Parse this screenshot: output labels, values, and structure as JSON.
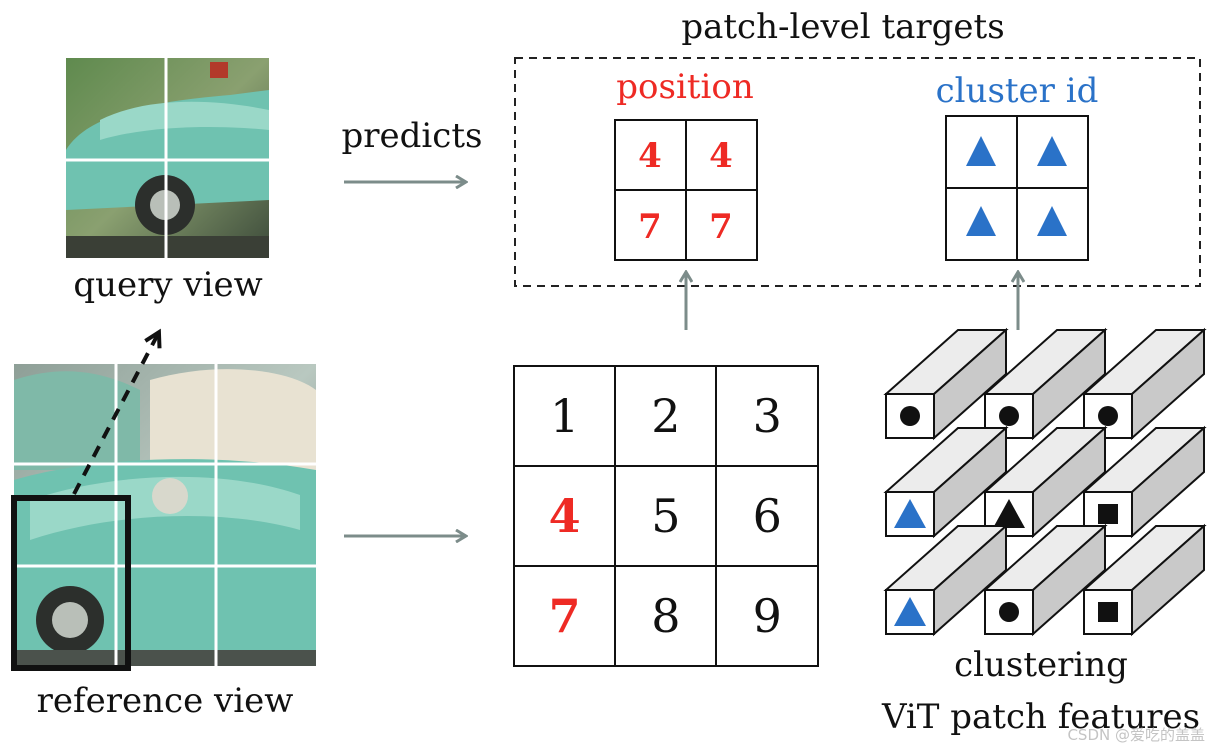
{
  "labels": {
    "patch_level_targets": "patch-level targets",
    "position": "position",
    "cluster_id": "cluster id",
    "predicts": "predicts",
    "query_view": "query view",
    "reference_view": "reference view",
    "clustering": "clustering",
    "vit_patch_features": "ViT patch features",
    "watermark": "CSDN @爱吃的盖盖"
  },
  "position_target": [
    "4",
    "4",
    "7",
    "7"
  ],
  "grid_numbers": [
    "1",
    "2",
    "3",
    "4",
    "5",
    "6",
    "7",
    "8",
    "9"
  ],
  "highlighted_numbers": [
    "4",
    "7"
  ],
  "cluster_target": [
    "triangle",
    "triangle",
    "triangle",
    "triangle"
  ],
  "feature_cubes": [
    [
      "circle",
      "circle",
      "circle"
    ],
    [
      "triangle-blue",
      "triangle-black",
      "square"
    ],
    [
      "triangle-blue",
      "circle",
      "square"
    ]
  ],
  "colors": {
    "red": "#ee2a24",
    "blue": "#2a72c8",
    "arrow": "#7c8c8a",
    "car_teal": "#6fc2b0"
  }
}
